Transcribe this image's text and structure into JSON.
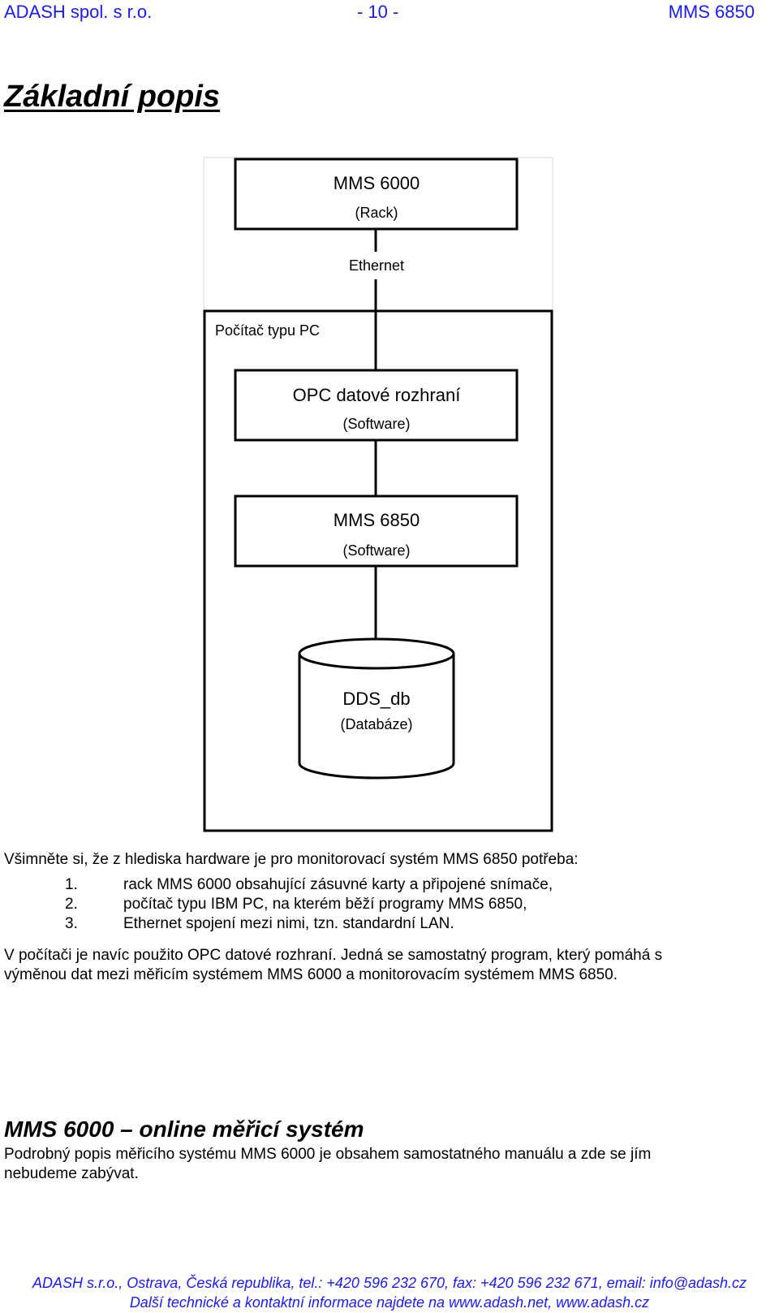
{
  "header": {
    "left": "ADASH spol. s r.o.",
    "center": "- 10 -",
    "right": "MMS 6850"
  },
  "section1": {
    "title": "Základní popis"
  },
  "diagram": {
    "rack": {
      "title": "MMS 6000",
      "subtitle": "(Rack)"
    },
    "link_label": "Ethernet",
    "pc_label": "Počítač typu PC",
    "opc": {
      "title": "OPC datové rozhraní",
      "subtitle": "(Software)"
    },
    "mms": {
      "title": "MMS 6850",
      "subtitle": "(Software)"
    },
    "db": {
      "title": "DDS_db",
      "subtitle": "(Databáze)"
    }
  },
  "intro": "Všimněte si, že z hlediska hardware je pro monitorovací systém MMS 6850 potřeba:",
  "requirements": [
    {
      "num": "1.",
      "text": "rack MMS 6000 obsahující zásuvné karty a připojené snímače,"
    },
    {
      "num": "2.",
      "text": "počítač typu IBM PC, na kterém běží programy MMS 6850,"
    },
    {
      "num": "3.",
      "text": "Ethernet spojení mezi nimi, tzn. standardní LAN."
    }
  ],
  "paragraph": {
    "line1": "V počítači je navíc použito OPC datové rozhraní. Jedná se samostatný program, který pomáhá s",
    "line2": "výměnou dat mezi měřicím systémem MMS 6000 a monitorovacím systémem MMS 6850."
  },
  "section2": {
    "title": "MMS 6000 – online měřicí systém",
    "line1": "Podrobný popis měřicího systému MMS 6000 je obsahem samostatného manuálu a zde se jím",
    "line2": "nebudeme zabývat."
  },
  "footer": {
    "line1": "ADASH s.r.o., Ostrava, Česká republika, tel.: +420 596 232 670, fax: +420 596 232 671, email: info@adash.cz",
    "line2": "Další technické a kontaktní informace najdete na www.adash.net, www.adash.cz"
  },
  "colors": {
    "link_blue": "#1a1aff",
    "text": "#000000"
  }
}
